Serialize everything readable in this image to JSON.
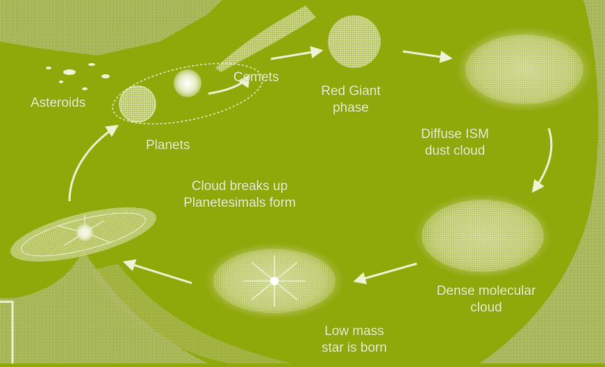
{
  "colors": {
    "background": "#8fa80a",
    "texture": "#b9c66a",
    "ink": "#eef3d6",
    "cloud": "#c7d07a"
  },
  "labels": {
    "asteroids": "Asteroids",
    "planets": "Planets",
    "comets": "Comets",
    "red_giant_line1": "Red Giant",
    "red_giant_line2": "phase",
    "diffuse_line1": "Diffuse ISM",
    "diffuse_line2": "dust cloud",
    "dense_line1": "Dense molecular",
    "dense_line2": "cloud",
    "lowmass_line1": "Low mass",
    "lowmass_line2": "star is born",
    "breakup_line1": "Cloud breaks up",
    "breakup_line2": "Planetesimals form"
  }
}
